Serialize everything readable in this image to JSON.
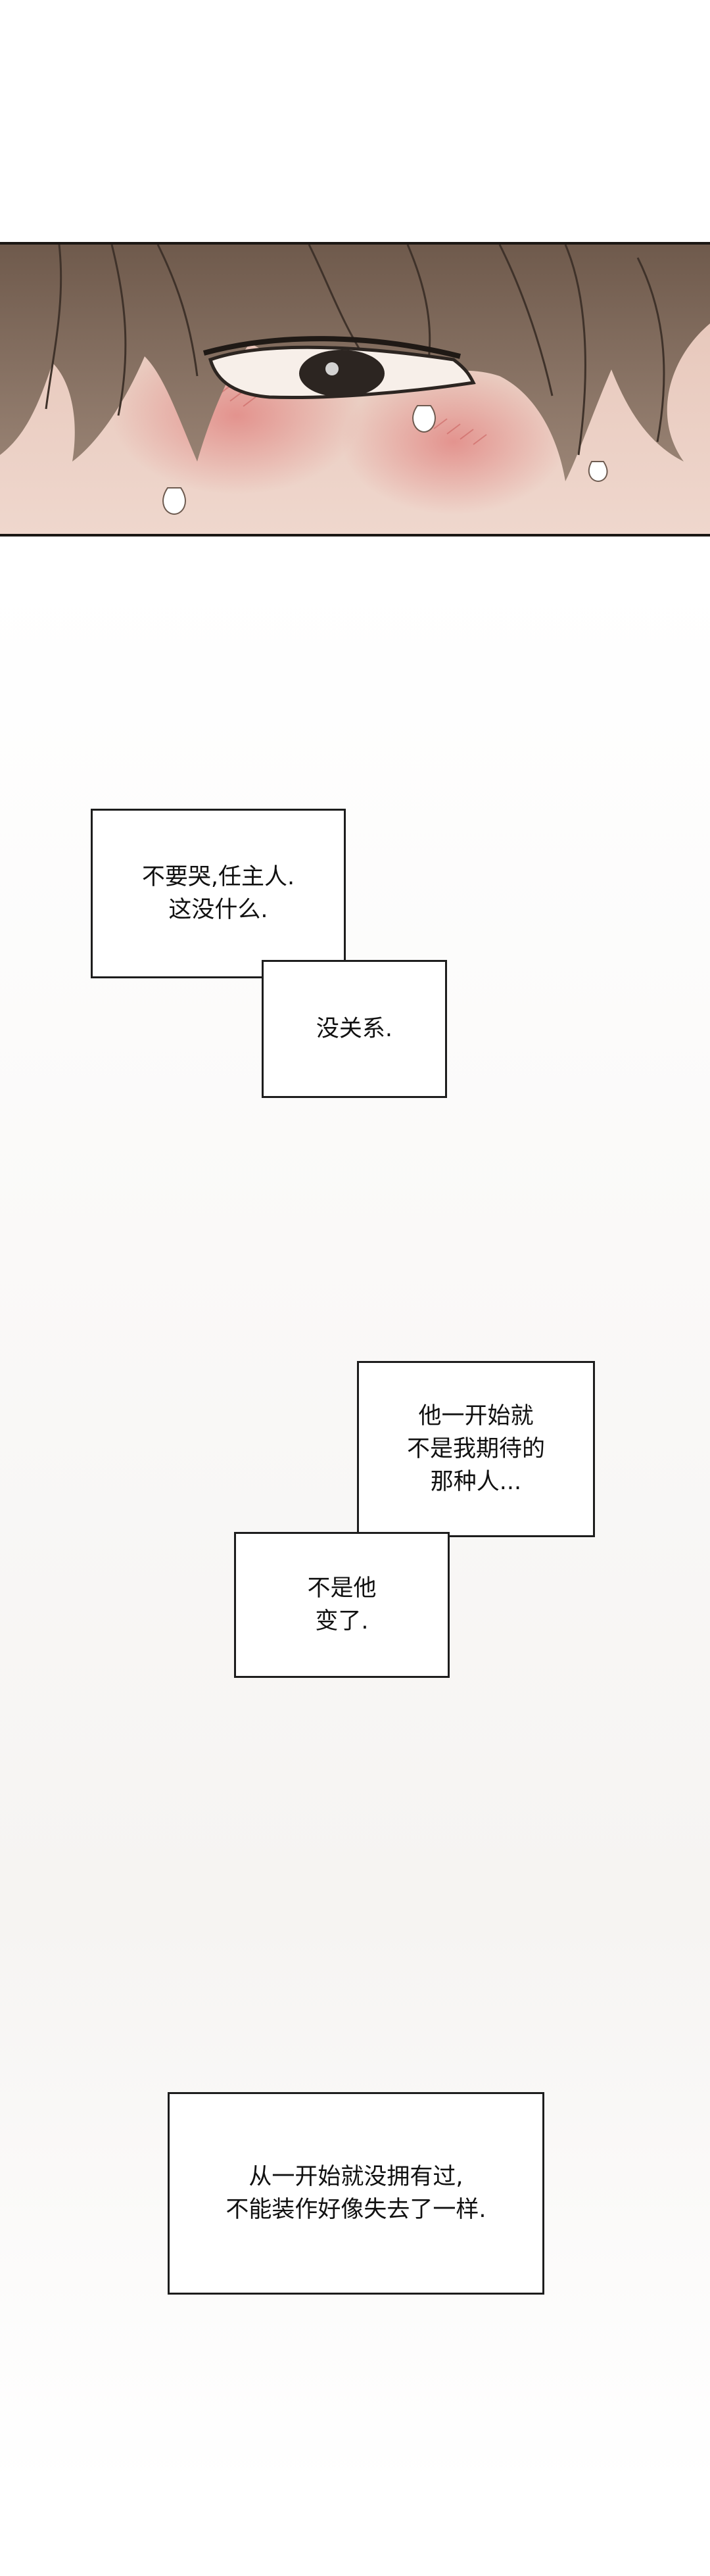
{
  "panel": {
    "skin": "#e9c9bf",
    "hair": "#8a7566",
    "hair_dark": "#5f4c40",
    "blush": "#e58a86",
    "eye": "#2c2521"
  },
  "bubbles": [
    {
      "name": "speech-box-1",
      "lines": [
        "不要哭,任主人.",
        "这没什么."
      ]
    },
    {
      "name": "speech-box-2",
      "lines": [
        "没关系."
      ]
    },
    {
      "name": "speech-box-3",
      "lines": [
        "他一开始就",
        "不是我期待的",
        "那种人..."
      ]
    },
    {
      "name": "speech-box-4",
      "lines": [
        "不是他",
        "变了."
      ]
    },
    {
      "name": "speech-box-5",
      "lines": [
        "从一开始就没拥有过,",
        "不能装作好像失去了一样."
      ]
    }
  ]
}
